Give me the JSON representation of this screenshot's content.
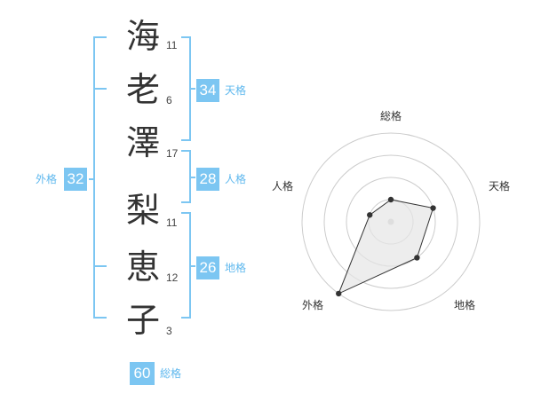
{
  "name": {
    "characters": [
      {
        "char": "海",
        "strokes": "11"
      },
      {
        "char": "老",
        "strokes": "6"
      },
      {
        "char": "澤",
        "strokes": "17"
      },
      {
        "char": "梨",
        "strokes": "11"
      },
      {
        "char": "恵",
        "strokes": "12"
      },
      {
        "char": "子",
        "strokes": "3"
      }
    ]
  },
  "fortune": {
    "tenkaku": {
      "value": "34",
      "label": "天格"
    },
    "jinkaku": {
      "value": "28",
      "label": "人格"
    },
    "chikaku": {
      "value": "26",
      "label": "地格"
    },
    "gaikaku": {
      "value": "32",
      "label": "外格"
    },
    "soukaku": {
      "value": "60",
      "label": "総格"
    }
  },
  "radar": {
    "labels": {
      "top": "総格",
      "right": "天格",
      "bottom_right": "地格",
      "bottom_left": "外格",
      "left": "人格"
    },
    "levels": 4,
    "values": {
      "soukaku": 1,
      "tenkaku": 2,
      "chikaku": 2,
      "gaikaku": 4,
      "jinkaku": 1
    }
  },
  "colors": {
    "accent": "#7cc6f2",
    "accent_text": "#5fb8ee",
    "bracket": "#7cc6f2",
    "ring": "#cccccc",
    "polygon_stroke": "#333333",
    "polygon_fill": "#e6e6e6"
  }
}
